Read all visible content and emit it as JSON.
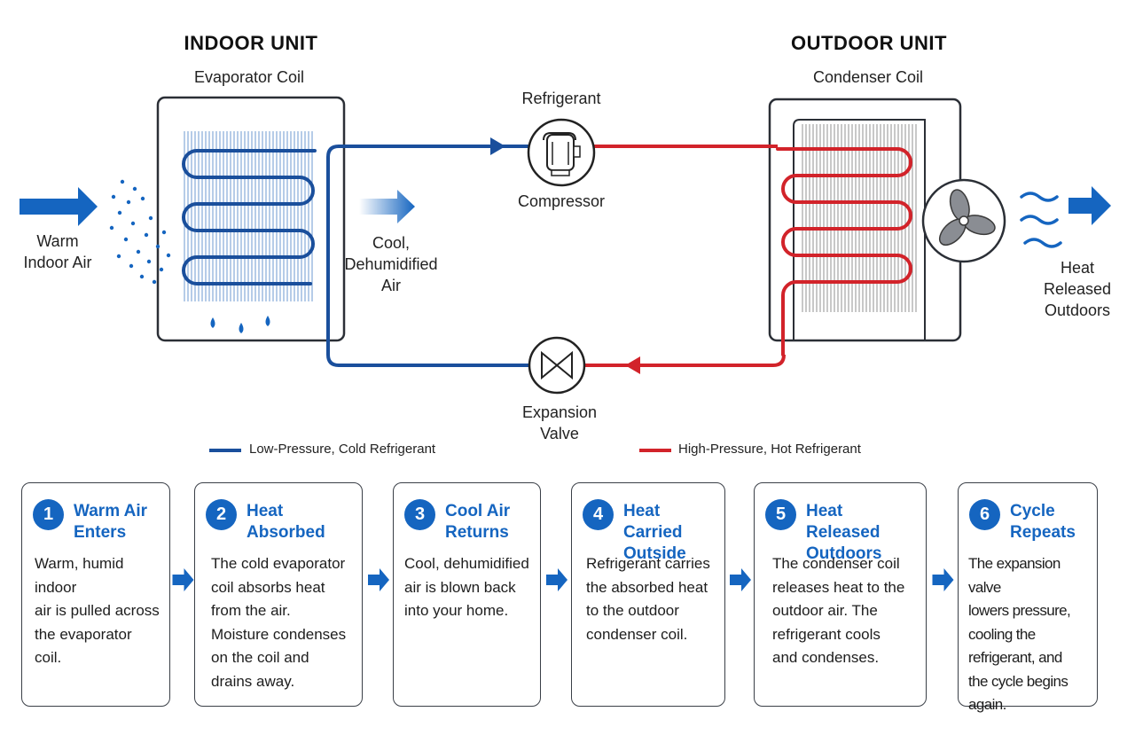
{
  "indoor": {
    "title": "INDOOR UNIT",
    "coil_label": "Evaporator Coil",
    "intake_label": "Warm\nIndoor Air",
    "output_label": "Cool,\nDehumidified\nAir"
  },
  "outdoor": {
    "title": "OUTDOOR UNIT",
    "coil_label": "Condenser Coil",
    "output_label": "Heat\nReleased\nOutdoors"
  },
  "components": {
    "refrigerant_label": "Refrigerant",
    "compressor_label": "Compressor",
    "valve_label": "Expansion\nValve"
  },
  "legend": {
    "low": "Low-Pressure, Cold Refrigerant",
    "high": "High-Pressure, Hot Refrigerant"
  },
  "colors": {
    "cold": "#1a4f9c",
    "hot": "#d2232a",
    "accent": "#1565c0"
  },
  "steps": [
    {
      "num": "1",
      "title": "Warm Air\nEnters",
      "body": "Warm, humid indoor\nair is pulled across\nthe evaporator coil."
    },
    {
      "num": "2",
      "title": "Heat Absorbed",
      "body": "The cold evaporator\ncoil absorbs heat\nfrom the air.\nMoisture condenses\non the coil and\ndrains away."
    },
    {
      "num": "3",
      "title": "Cool Air\nReturns",
      "body": "Cool, dehumidified\nair is blown back\ninto your home."
    },
    {
      "num": "4",
      "title": "Heat Carried\nOutside",
      "body": "Refrigerant carries\nthe absorbed heat\nto the outdoor\ncondenser coil."
    },
    {
      "num": "5",
      "title": "Heat Released\nOutdoors",
      "body": "The condenser coil\nreleases heat to the\noutdoor air. The\nrefrigerant cools\nand condenses."
    },
    {
      "num": "6",
      "title": "Cycle\nRepeats",
      "body": "The expansion valve\nlowers pressure,\ncooling the\nrefrigerant, and\nthe cycle begins\nagain."
    }
  ]
}
